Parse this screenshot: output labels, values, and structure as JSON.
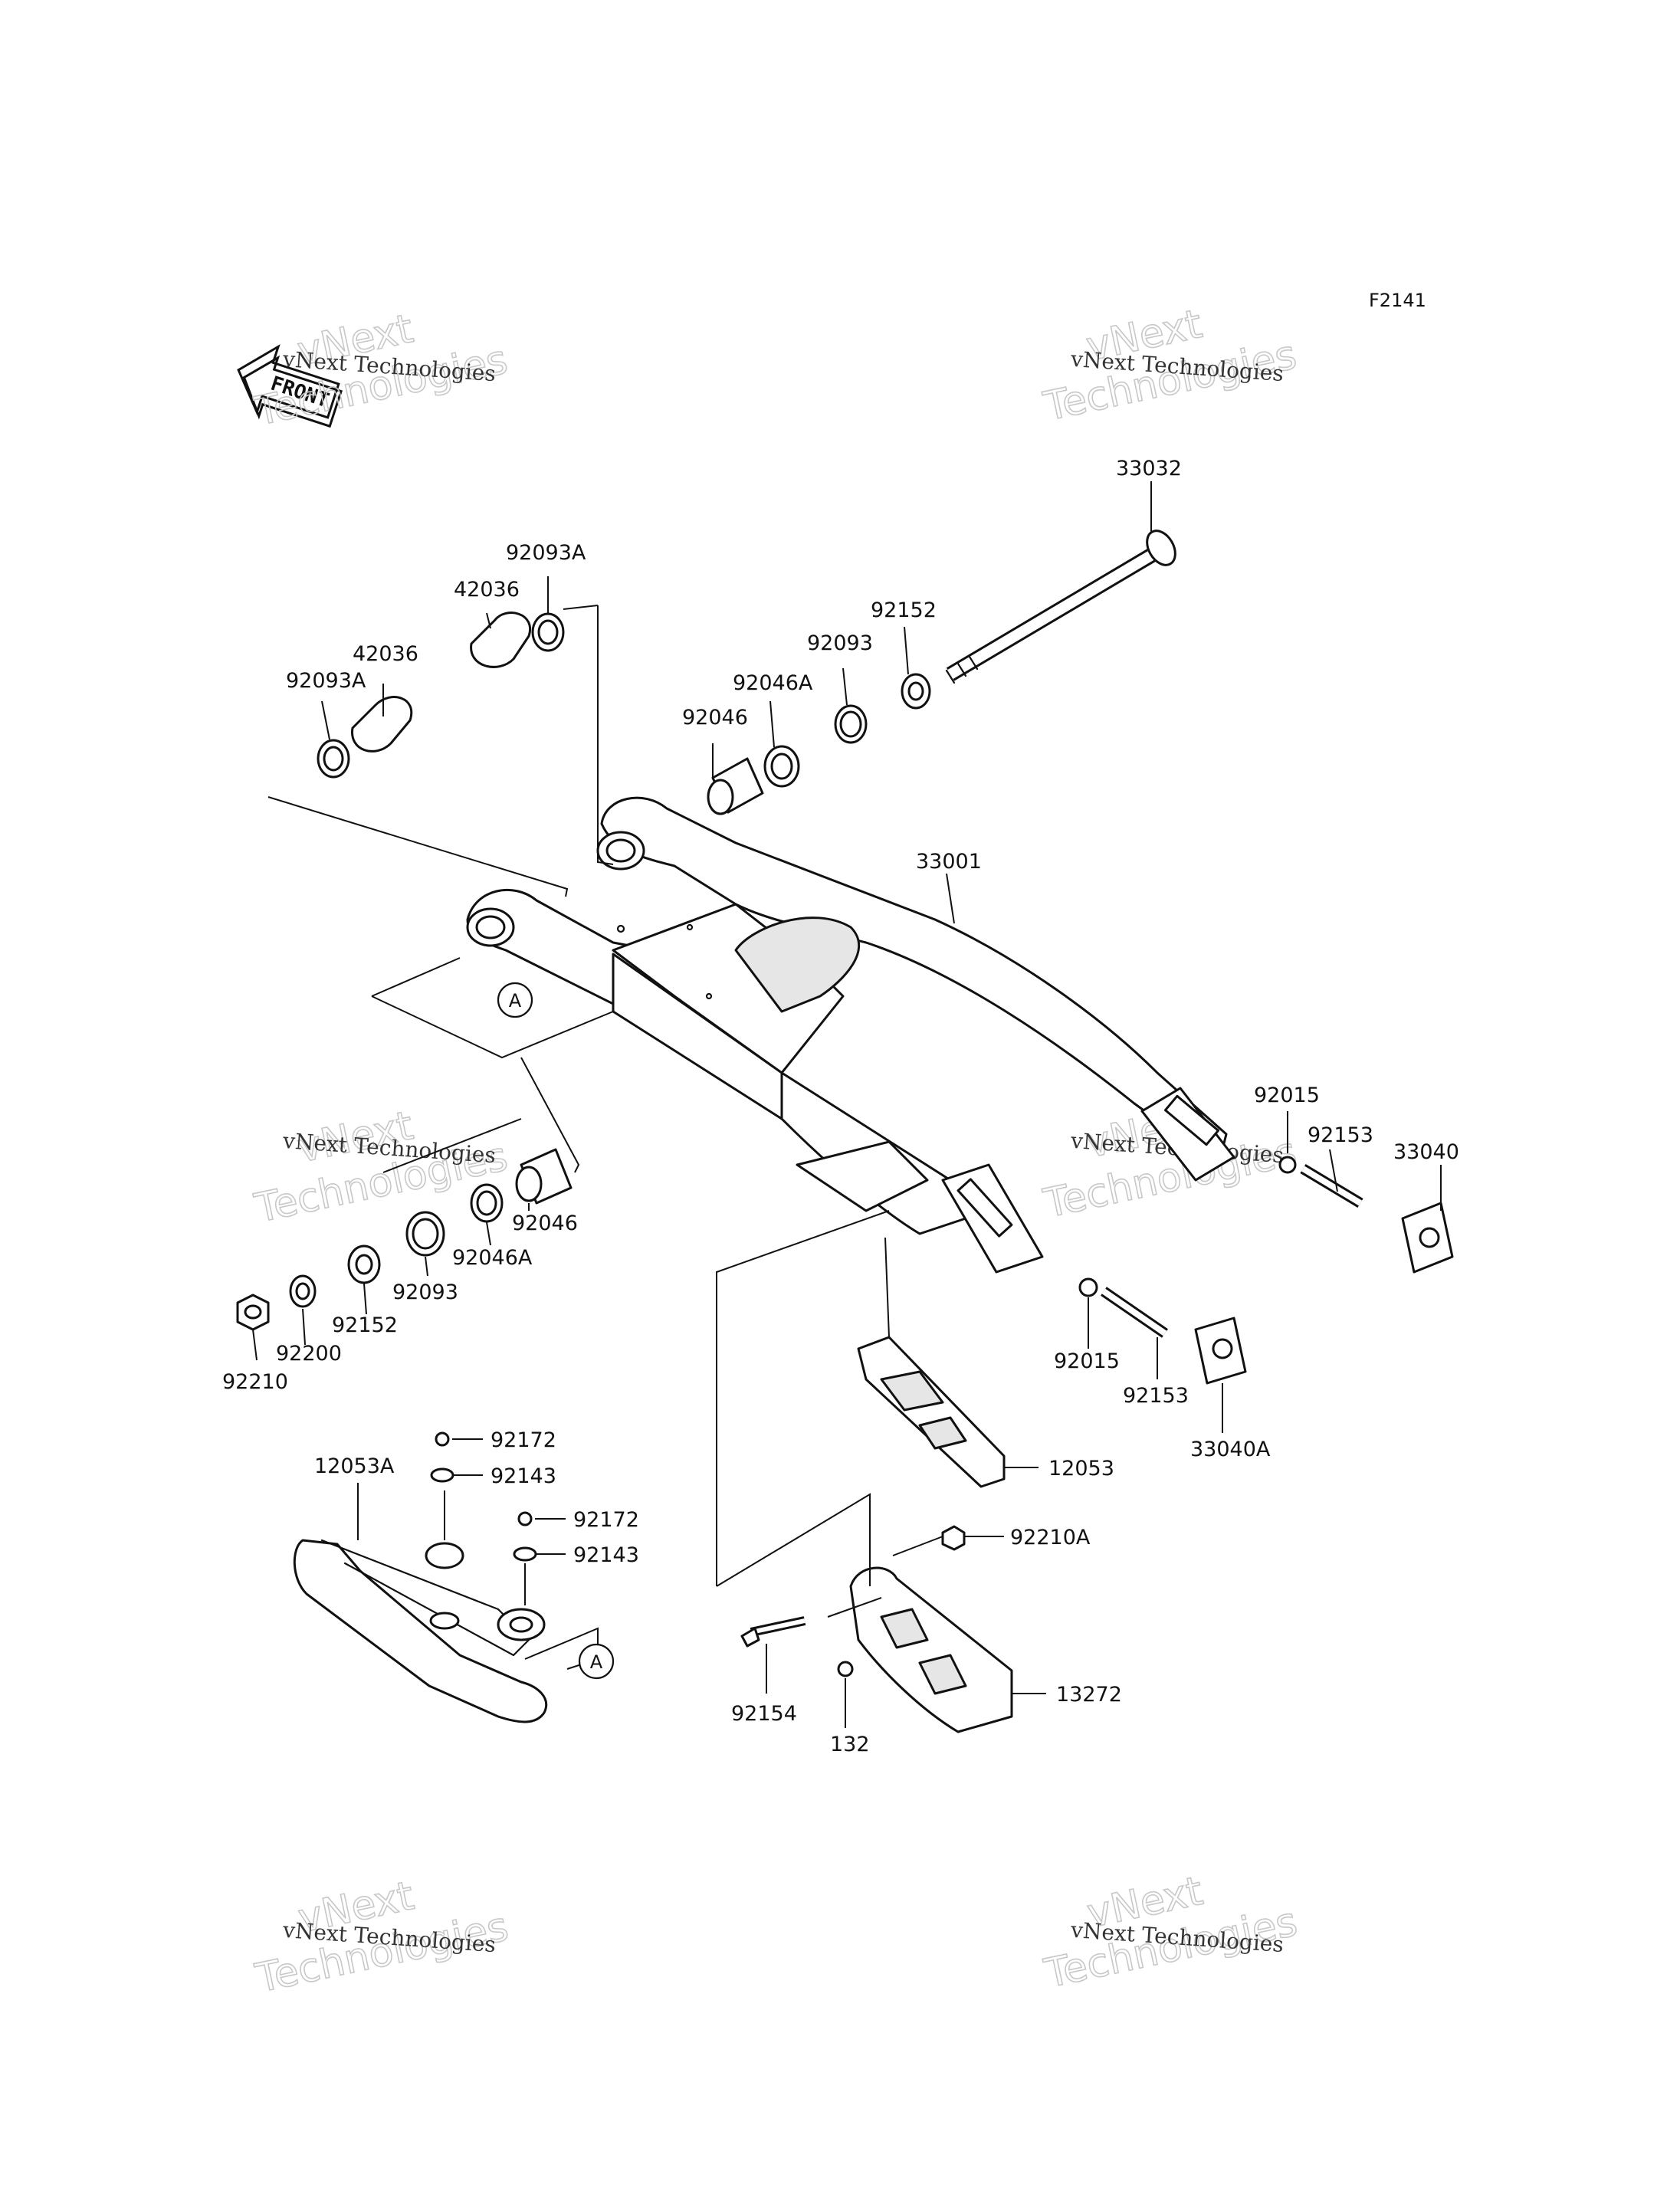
{
  "diagram": {
    "code": "F2141",
    "front_label": "FRONT",
    "callout_ref": "A",
    "watermark": {
      "brand": "vNext Technologies",
      "word1": "vNext",
      "word2": "Technologies"
    },
    "parts": [
      {
        "id": "p33032",
        "label": "33032"
      },
      {
        "id": "p92093A_top",
        "label": "92093A"
      },
      {
        "id": "p42036_top",
        "label": "42036"
      },
      {
        "id": "p42036_left",
        "label": "42036"
      },
      {
        "id": "p92093A_left",
        "label": "92093A"
      },
      {
        "id": "p92152_top",
        "label": "92152"
      },
      {
        "id": "p92093_top",
        "label": "92093"
      },
      {
        "id": "p92046A_top",
        "label": "92046A"
      },
      {
        "id": "p92046_top",
        "label": "92046"
      },
      {
        "id": "p33001",
        "label": "33001"
      },
      {
        "id": "p92015_right",
        "label": "92015"
      },
      {
        "id": "p92153_right",
        "label": "92153"
      },
      {
        "id": "p33040",
        "label": "33040"
      },
      {
        "id": "p92046_mid",
        "label": "92046"
      },
      {
        "id": "p92046A_mid",
        "label": "92046A"
      },
      {
        "id": "p92093_mid",
        "label": "92093"
      },
      {
        "id": "p92152_mid",
        "label": "92152"
      },
      {
        "id": "p92200",
        "label": "92200"
      },
      {
        "id": "p92210",
        "label": "92210"
      },
      {
        "id": "p92015_low",
        "label": "92015"
      },
      {
        "id": "p92153_low",
        "label": "92153"
      },
      {
        "id": "p33040A",
        "label": "33040A"
      },
      {
        "id": "p12053",
        "label": "12053"
      },
      {
        "id": "p12053A",
        "label": "12053A"
      },
      {
        "id": "p92172_a",
        "label": "92172"
      },
      {
        "id": "p92143_a",
        "label": "92143"
      },
      {
        "id": "p92172_b",
        "label": "92172"
      },
      {
        "id": "p92143_b",
        "label": "92143"
      },
      {
        "id": "p92210A",
        "label": "92210A"
      },
      {
        "id": "p13272",
        "label": "13272"
      },
      {
        "id": "p92154",
        "label": "92154"
      },
      {
        "id": "p132",
        "label": "132"
      }
    ]
  }
}
